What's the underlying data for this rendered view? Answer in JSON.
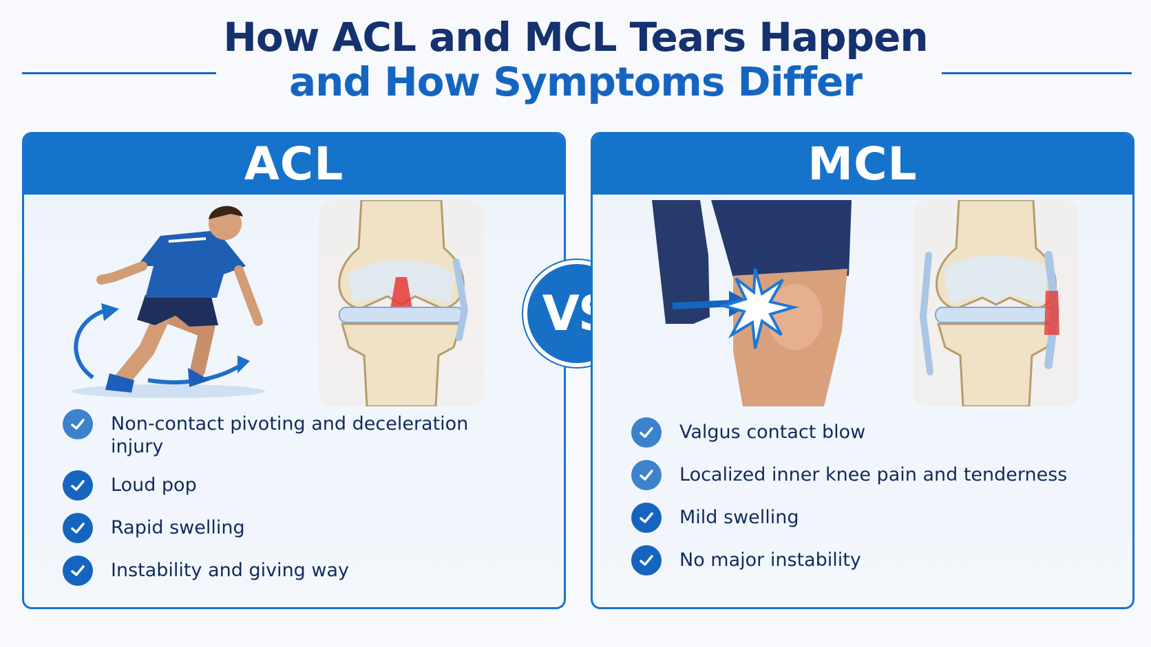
{
  "title": {
    "line1": "How ACL and MCL Tears Happen",
    "line2": "and How Symptoms Differ"
  },
  "vs_label": "VS",
  "acl": {
    "heading": "ACL",
    "items": [
      "Non-contact pivoting and deceleration injury",
      "Loud pop",
      "Rapid swelling",
      "Instability and giving way"
    ]
  },
  "mcl": {
    "heading": "MCL",
    "items": [
      "Valgus contact blow",
      "Localized inner knee pain and tenderness",
      "Mild swelling",
      "No major instability"
    ]
  },
  "colors": {
    "primary": "#1673cc",
    "title_dark": "#15316e",
    "title_blue": "#1565c0",
    "injury_red": "#e53935",
    "bone": "#efe2c6",
    "jersey": "#1e5fb3",
    "shorts": "#1f2f5c"
  },
  "icons": [
    "check-circle-icon",
    "rotation-arrow-icon",
    "impact-arrow-icon"
  ]
}
